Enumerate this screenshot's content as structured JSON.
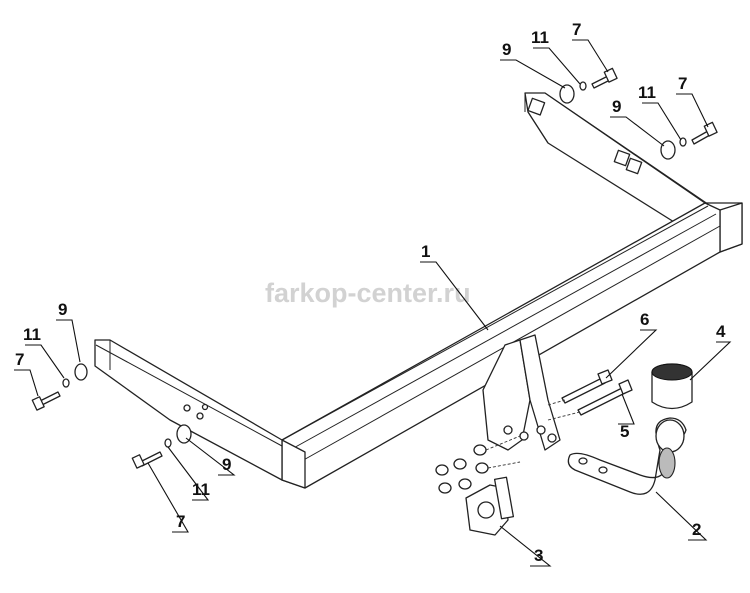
{
  "watermark": "farkop-center.ru",
  "callouts": {
    "frame": "1",
    "ball_neck": "2",
    "socket_plate": "3",
    "ball_cap": "4",
    "bolt_right": "5",
    "bolt_upper": "6",
    "washer": "9",
    "lock_washer": "11",
    "bolt_side": "7"
  }
}
